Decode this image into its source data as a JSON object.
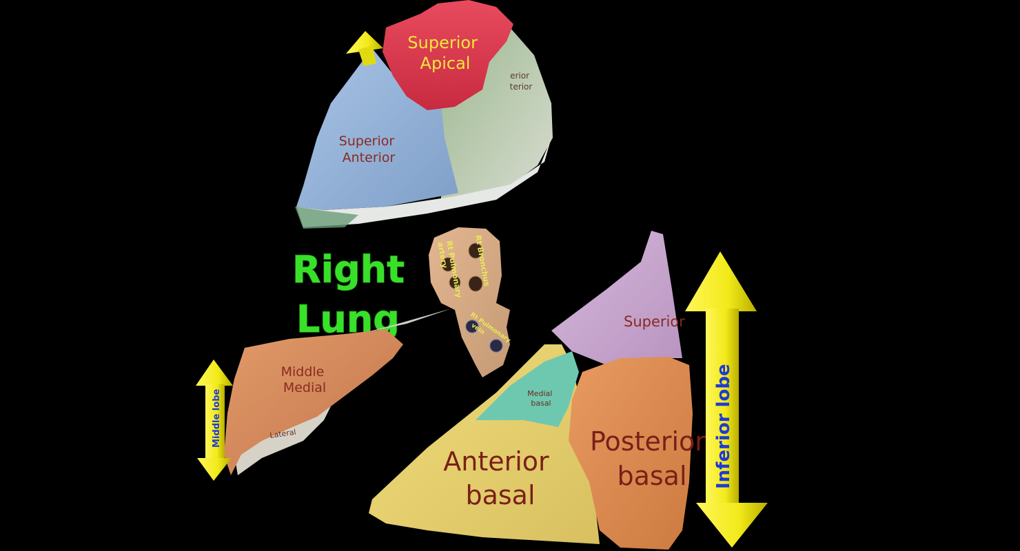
{
  "title": {
    "line1": "Right",
    "line2": "Lung"
  },
  "upper_lobe": {
    "apical": {
      "line1": "Superior",
      "line2": "Apical"
    },
    "anterior": {
      "line1": "Superior",
      "line2": "Anterior"
    },
    "posterior": {
      "line1": "erior",
      "line2": "terior"
    }
  },
  "hilum": {
    "artery": {
      "line1": "Rt Pulmonary",
      "line2": "artery"
    },
    "bronchus": "Rt Bronchus",
    "vein": {
      "line1": "Rt Pulmonary",
      "line2": "vein"
    }
  },
  "middle_lobe": {
    "medial": {
      "line1": "Middle",
      "line2": "Medial"
    },
    "lateral": "Lateral",
    "arrow_label": "Middle lobe"
  },
  "inferior_lobe": {
    "superior": "Superior",
    "medial_basal": {
      "line1": "Medial",
      "line2": "basal"
    },
    "anterior_basal": {
      "line1": "Anterior",
      "line2": "basal"
    },
    "posterior_basal": {
      "line1": "Posterior",
      "line2": "basal"
    },
    "arrow_label": "Inferior lobe"
  },
  "colors": {
    "apical": "#d8344a",
    "anterior_upper": "#9ab6d8",
    "posterior_upper": "#7a9a6a",
    "middle": "#d98a5c",
    "anterior_basal": "#e8d06a",
    "posterior_basal": "#d98a50",
    "superior_lower": "#c9a8d0",
    "medial_basal": "#6ec8b0",
    "arrow": "#f2ea1a",
    "title": "#39e02a",
    "blue_text": "#1e3ad8"
  }
}
